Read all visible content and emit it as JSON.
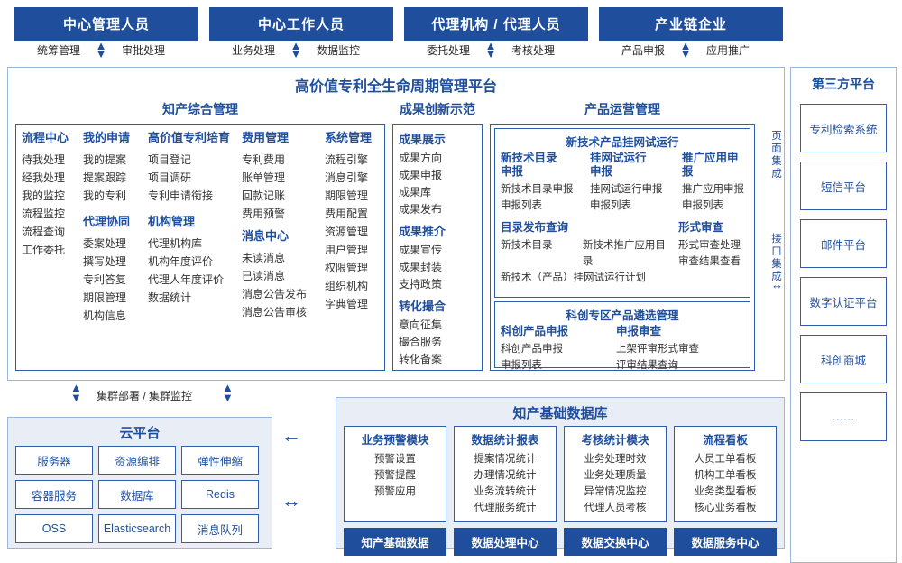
{
  "roles": [
    {
      "label": "中心管理人员",
      "caps": [
        "统筹管理",
        "审批处理"
      ]
    },
    {
      "label": "中心工作人员",
      "caps": [
        "业务处理",
        "数据监控"
      ]
    },
    {
      "label": "代理机构 / 代理人员",
      "caps": [
        "委托处理",
        "考核处理"
      ]
    },
    {
      "label": "产业链企业",
      "caps": [
        "产品申报",
        "应用推广"
      ]
    }
  ],
  "platform": {
    "title": "高价值专利全生命周期管理平台",
    "groups": {
      "zhichan": {
        "title": "知产综合管理",
        "columns": [
          {
            "header": "流程中心",
            "items": [
              "待我处理",
              "经我处理",
              "我的监控",
              "流程监控",
              "流程查询",
              "工作委托"
            ]
          },
          {
            "header": "我的申请",
            "items": [
              "我的提案",
              "提案跟踪",
              "我的专利"
            ],
            "header2": "代理协同",
            "items2": [
              "委案处理",
              "撰写处理",
              "专利答复",
              "期限管理",
              "机构信息"
            ]
          },
          {
            "header": "高价值专利培育",
            "items": [
              "项目登记",
              "项目调研",
              "专利申请衔接"
            ],
            "header2": "机构管理",
            "items2": [
              "代理机构库",
              "机构年度评价",
              "代理人年度评价",
              "数据统计"
            ]
          },
          {
            "header": "费用管理",
            "items": [
              "专利费用",
              "账单管理",
              "回款记账",
              "费用预警"
            ],
            "header2": "消息中心",
            "items2": [
              "未读消息",
              "已读消息",
              "消息公告发布",
              "消息公告审核"
            ]
          },
          {
            "header": "系统管理",
            "items": [
              "流程引擎",
              "消息引擎",
              "期限管理",
              "费用配置",
              "资源管理",
              "用户管理",
              "权限管理",
              "组织机构",
              "字典管理"
            ]
          }
        ]
      },
      "chengguo": {
        "title": "成果创新示范",
        "sections": [
          {
            "header": "成果展示",
            "items": [
              "成果方向",
              "成果申报",
              "成果库",
              "成果发布"
            ]
          },
          {
            "header": "成果推介",
            "items": [
              "成果宣传",
              "成果封装",
              "支持政策"
            ]
          },
          {
            "header": "转化撮合",
            "items": [
              "意向征集",
              "撮合服务",
              "转化备案"
            ]
          }
        ]
      },
      "chanpin": {
        "title": "产品运营管理",
        "sub": [
          {
            "title": "新技术产品挂网试运行",
            "columns": [
              {
                "header": "新技术目录\n申报",
                "items": [
                  "新技术目录申报",
                  "申报列表"
                ]
              },
              {
                "header": "挂网试运行\n申报",
                "items": [
                  "挂网试运行申报",
                  "申报列表"
                ]
              },
              {
                "header": "推广应用申报",
                "items": [
                  "推广应用申报",
                  "申报列表"
                ]
              }
            ],
            "columns2": [
              {
                "header": "目录发布查询",
                "items": [
                  "新技术目录",
                  "新技术（产品）挂网试运行计划"
                ]
              },
              {
                "header": "形式审查",
                "items": [
                  "形式审查处理",
                  "审查结果查看"
                ]
              }
            ],
            "extra_item": "新技术推广应用目录"
          },
          {
            "title": "科创专区产品遴选管理",
            "columns": [
              {
                "header": "科创产品申报",
                "items": [
                  "科创产品申报",
                  "申报列表"
                ]
              },
              {
                "header": "申报审查",
                "items": [
                  "上架评审形式审查",
                  "评审结果查询"
                ]
              }
            ]
          }
        ]
      }
    }
  },
  "integration": {
    "labels": [
      "页面集成",
      "接口集成"
    ]
  },
  "third_party": {
    "title": "第三方平台",
    "items": [
      "专利检索系统",
      "短信平台",
      "邮件平台",
      "数字认证平台",
      "科创商城",
      "……"
    ]
  },
  "cluster_label": "集群部署 / 集群监控",
  "cloud": {
    "title": "云平台",
    "cells": [
      "服务器",
      "资源编排",
      "弹性伸缩",
      "容器服务",
      "数据库",
      "Redis",
      "OSS",
      "Elasticsearch",
      "消息队列"
    ]
  },
  "database": {
    "title": "知产基础数据库",
    "columns": [
      {
        "header": "业务预警模块",
        "items": [
          "预警设置",
          "预警提醒",
          "预警应用"
        ]
      },
      {
        "header": "数据统计报表",
        "items": [
          "提案情况统计",
          "办理情况统计",
          "业务流转统计",
          "代理服务统计"
        ]
      },
      {
        "header": "考核统计模块",
        "items": [
          "业务处理时效",
          "业务处理质量",
          "异常情况监控",
          "代理人员考核"
        ]
      },
      {
        "header": "流程看板",
        "items": [
          "人员工单看板",
          "机构工单看板",
          "业务类型看板",
          "核心业务看板"
        ]
      }
    ],
    "footer": [
      "知产基础数据",
      "数据处理中心",
      "数据交换中心",
      "数据服务中心"
    ]
  },
  "colors": {
    "brand": "#1f4e9c",
    "border": "#2f5faa",
    "panel": "#e9eef6"
  }
}
